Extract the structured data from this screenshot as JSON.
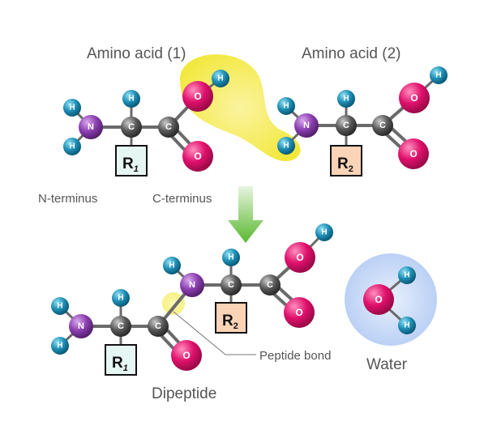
{
  "labels": {
    "amino_acid_1": "Amino acid (1)",
    "amino_acid_2": "Amino acid (2)",
    "n_terminus": "N-terminus",
    "c_terminus": "C-terminus",
    "peptide_bond": "Peptide bond",
    "water": "Water",
    "dipeptide": "Dipeptide"
  },
  "atoms": {
    "hydrogen": "H",
    "nitrogen": "N",
    "carbon": "C",
    "oxygen": "O"
  },
  "groups": {
    "r_letter": "R",
    "r1_sub": "1",
    "r2_sub": "2"
  },
  "colors": {
    "hydrogen": "#1f8fb5",
    "nitrogen": "#8b3fb0",
    "carbon": "#5a5a5a",
    "oxygen": "#e0106c",
    "r1_fill": "#e6f6f2",
    "r2_fill": "#fbd3b6",
    "highlight": "#f2e83a",
    "arrow": "#58b82e",
    "water_halo": "#bcd3f6"
  }
}
